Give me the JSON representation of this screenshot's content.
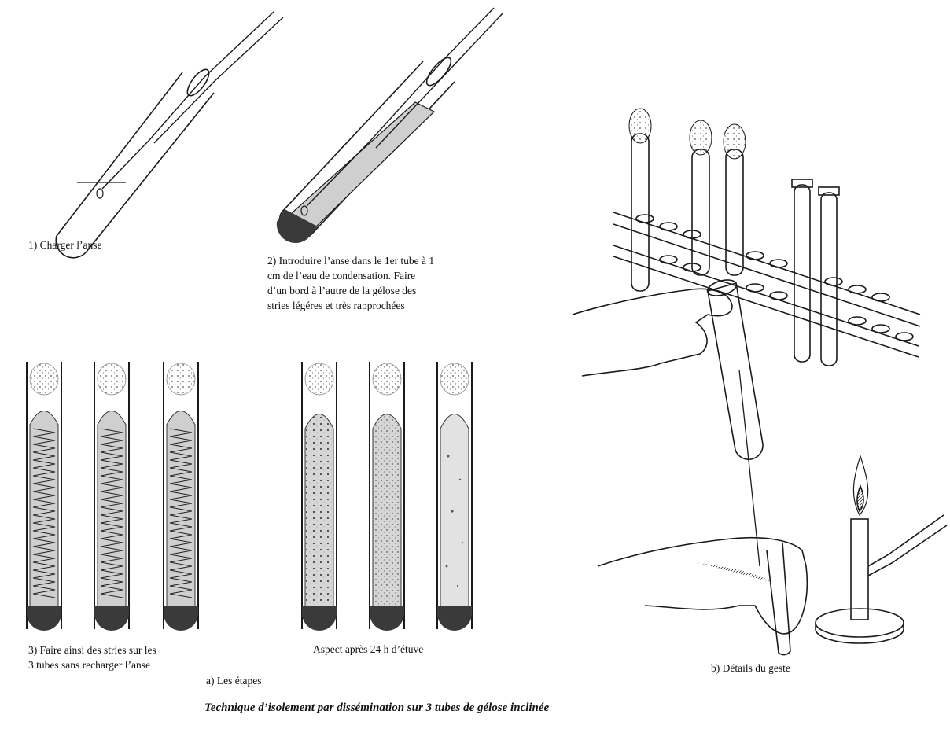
{
  "captions": {
    "step1": "1) Charger  l’anse",
    "step2": "2) Introduire l’anse dans le 1er tube à 1\ncm de l’eau de condensation. Faire\nd’un bord à l’autre de la gélose des\nstries légéres et très rapprochées",
    "step3": "3) Faire ainsi des stries sur les\n3 tubes sans recharger l’anse",
    "after24h": "Aspect après 24 h d’étuve",
    "part_a": "a) Les étapes",
    "part_b": "b) Détails du geste"
  },
  "title": "Technique d’isolement par dissémination sur 3 tubes de gélose inclinée",
  "colors": {
    "ink": "#1a1a1a",
    "agar": "#cfcfcf",
    "agar_dark": "#3a3a3a",
    "cotton": "#e6e6e6"
  }
}
